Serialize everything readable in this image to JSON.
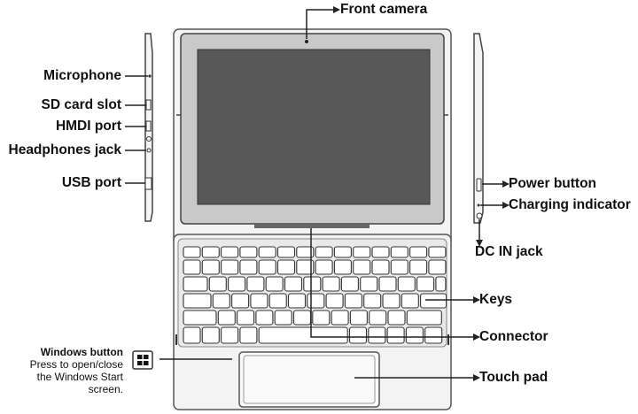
{
  "labels": {
    "front_camera": "Front camera",
    "microphone": "Microphone",
    "sd_card_slot": "SD card slot",
    "hmdi_port": "HMDI port",
    "headphones_jack": "Headphones jack",
    "usb_port": "USB port",
    "power_button": "Power button",
    "charging_indicator": "Charging indicator",
    "dc_in_jack": "DC IN jack",
    "keys": "Keys",
    "connector": "Connector",
    "touch_pad": "Touch pad"
  },
  "windows_note": {
    "title": "Windows button",
    "line1": "Press to open/close",
    "line2": "the Windows Start",
    "line3": "screen."
  },
  "colors": {
    "line": "#333333",
    "screen": "#575757",
    "bezel": "#c8c8c8",
    "body": "#f2f2f2",
    "key_fill": "#ffffff"
  }
}
